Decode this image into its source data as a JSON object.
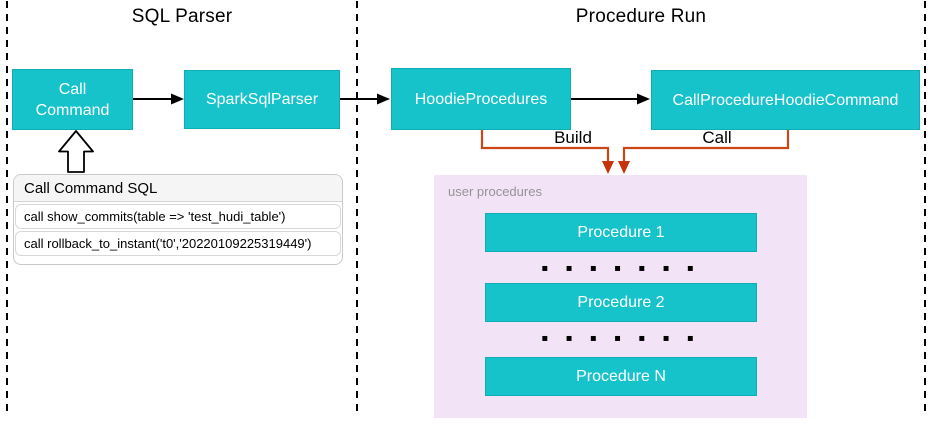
{
  "sections": {
    "sql_parser_title": "SQL Parser",
    "procedure_run_title": "Procedure Run"
  },
  "nodes": {
    "call_command": "Call Command",
    "spark_sql_parser": "SparkSqlParser",
    "hoodie_procedures": "HoodieProcedures",
    "call_procedure_hoodie_command": "CallProcedureHoodieCommand"
  },
  "edge_labels": {
    "build": "Build",
    "call": "Call"
  },
  "sql_panel": {
    "header": "Call Command SQL",
    "rows": [
      "call show_commits(table => 'test_hudi_table')",
      "call rollback_to_instant('t0','20220109225319449')"
    ]
  },
  "user_procedures": {
    "label": "user procedures",
    "items": [
      "Procedure 1",
      "Procedure 2",
      "Procedure N"
    ],
    "dots": "▪ ▪ ▪ ▪ ▪ ▪ ▪"
  },
  "colors": {
    "node_fill": "#16C3CB",
    "panel_fill": "#F3E3F7",
    "orange_edge": "#CC4715",
    "orange_arrowhead": "#C63209",
    "black_edge": "#000000"
  }
}
